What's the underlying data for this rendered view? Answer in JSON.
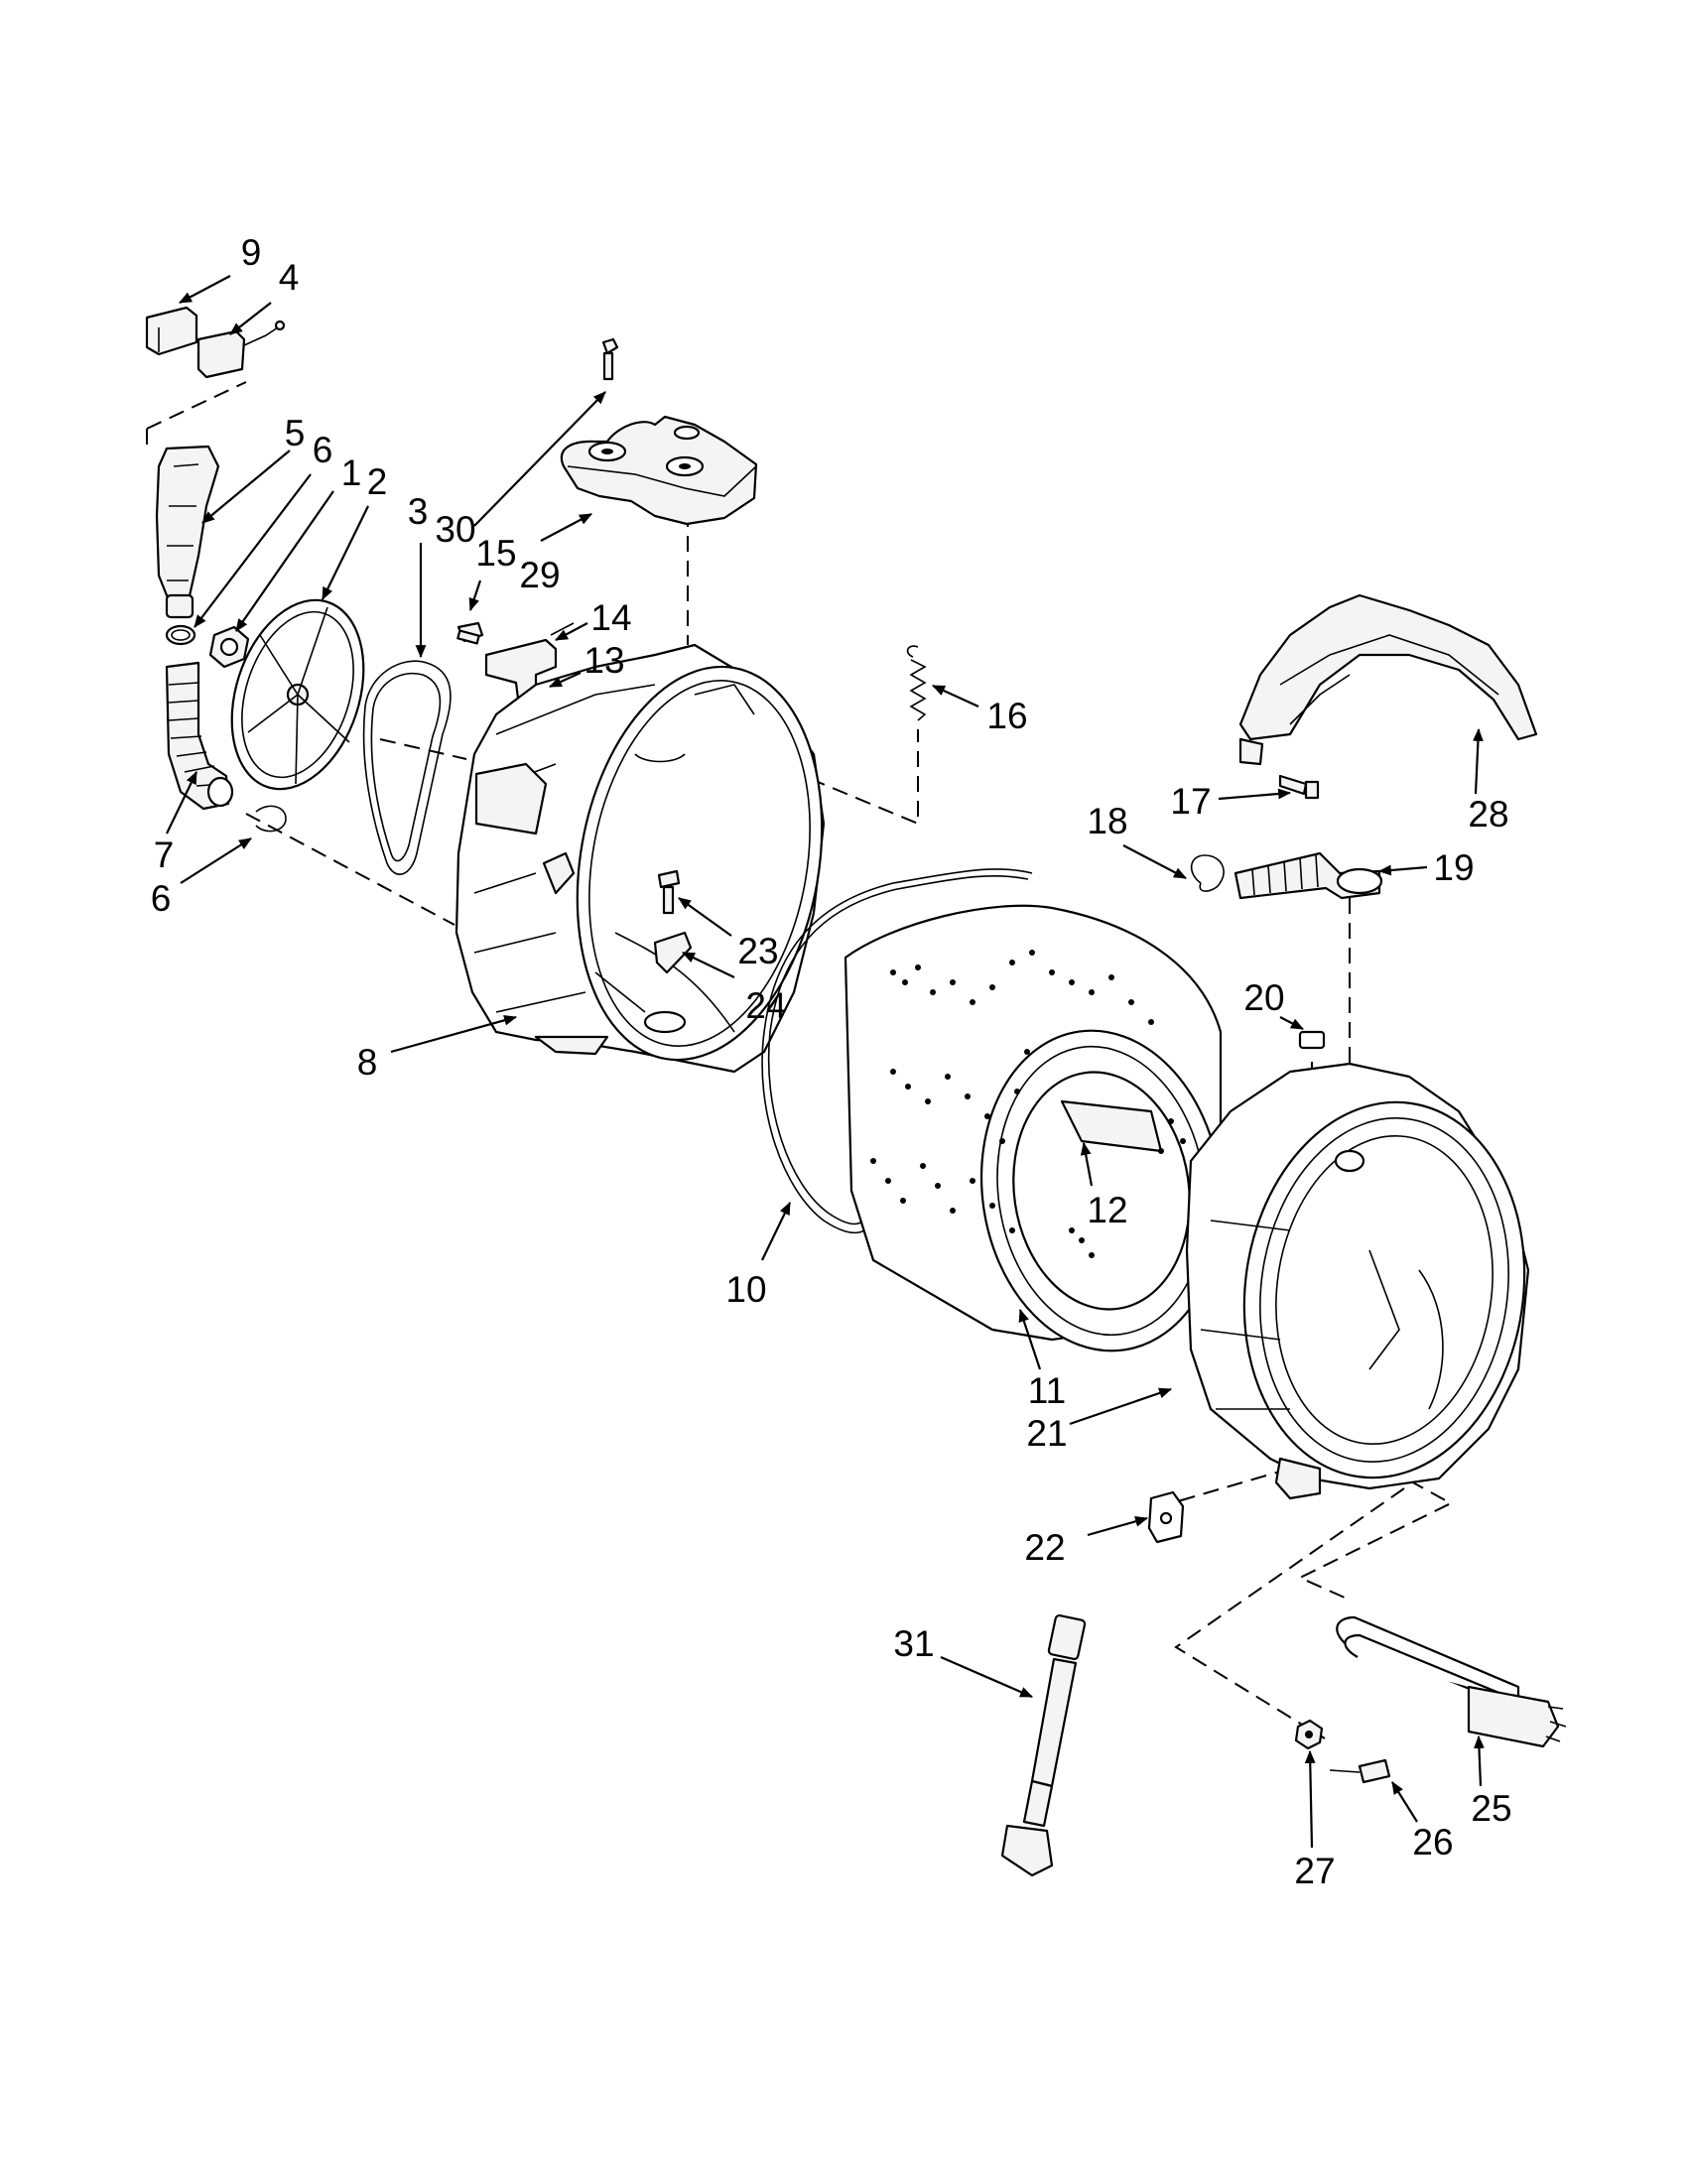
{
  "diagram": {
    "callouts": [
      "9",
      "4",
      "5",
      "6",
      "1",
      "2",
      "3",
      "30",
      "15",
      "29",
      "14",
      "13",
      "16",
      "7",
      "6",
      "8",
      "23",
      "24",
      "10",
      "11",
      "21",
      "12",
      "17",
      "28",
      "18",
      "19",
      "20",
      "22",
      "31",
      "25",
      "26",
      "27"
    ]
  }
}
